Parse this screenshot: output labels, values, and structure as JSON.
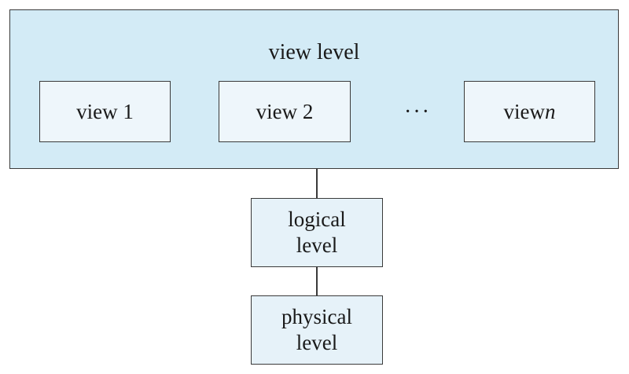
{
  "view_level": {
    "title": "view level",
    "views": [
      {
        "prefix": "view 1",
        "var": ""
      },
      {
        "prefix": "view 2",
        "var": ""
      },
      {
        "prefix": "view ",
        "var": "n"
      }
    ],
    "ellipsis": "···"
  },
  "logical_level": {
    "line1": "logical",
    "line2": "level"
  },
  "physical_level": {
    "line1": "physical",
    "line2": "level"
  },
  "colors": {
    "view_level_fill": "#d3ebf6",
    "view_box_fill": "#eef6fb",
    "level_box_fill": "#e6f2f9",
    "border": "#3a3a3a"
  }
}
